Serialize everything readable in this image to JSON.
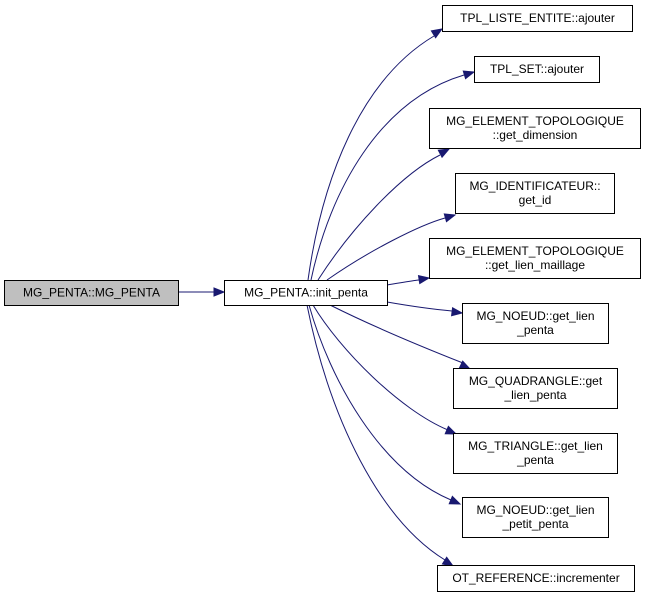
{
  "diagram": {
    "type": "call-graph",
    "colors": {
      "edge": "#191970",
      "root_fill": "#bfbfbf",
      "node_fill": "#ffffff",
      "border": "#000000"
    },
    "root": {
      "id": "root",
      "lines": [
        "MG_PENTA::MG_PENTA"
      ]
    },
    "nodes": [
      {
        "id": "init",
        "lines": [
          "MG_PENTA::init_penta"
        ]
      },
      {
        "id": "n1",
        "lines": [
          "TPL_LISTE_ENTITE::ajouter"
        ]
      },
      {
        "id": "n2",
        "lines": [
          "TPL_SET::ajouter"
        ]
      },
      {
        "id": "n3",
        "lines": [
          "MG_ELEMENT_TOPOLOGIQUE",
          "::get_dimension"
        ]
      },
      {
        "id": "n4",
        "lines": [
          "MG_IDENTIFICATEUR::",
          "get_id"
        ]
      },
      {
        "id": "n5",
        "lines": [
          "MG_ELEMENT_TOPOLOGIQUE",
          "::get_lien_maillage"
        ]
      },
      {
        "id": "n6",
        "lines": [
          "MG_NOEUD::get_lien",
          "_penta"
        ]
      },
      {
        "id": "n7",
        "lines": [
          "MG_QUADRANGLE::get",
          "_lien_penta"
        ]
      },
      {
        "id": "n8",
        "lines": [
          "MG_TRIANGLE::get_lien",
          "_penta"
        ]
      },
      {
        "id": "n9",
        "lines": [
          "MG_NOEUD::get_lien",
          "_petit_penta"
        ]
      },
      {
        "id": "n10",
        "lines": [
          "OT_REFERENCE::incrementer"
        ]
      }
    ],
    "edges": [
      {
        "from": "root",
        "to": "init"
      },
      {
        "from": "init",
        "to": "n1"
      },
      {
        "from": "init",
        "to": "n2"
      },
      {
        "from": "init",
        "to": "n3"
      },
      {
        "from": "init",
        "to": "n4"
      },
      {
        "from": "init",
        "to": "n5"
      },
      {
        "from": "init",
        "to": "n6"
      },
      {
        "from": "init",
        "to": "n7"
      },
      {
        "from": "init",
        "to": "n8"
      },
      {
        "from": "init",
        "to": "n9"
      },
      {
        "from": "init",
        "to": "n10"
      }
    ]
  }
}
